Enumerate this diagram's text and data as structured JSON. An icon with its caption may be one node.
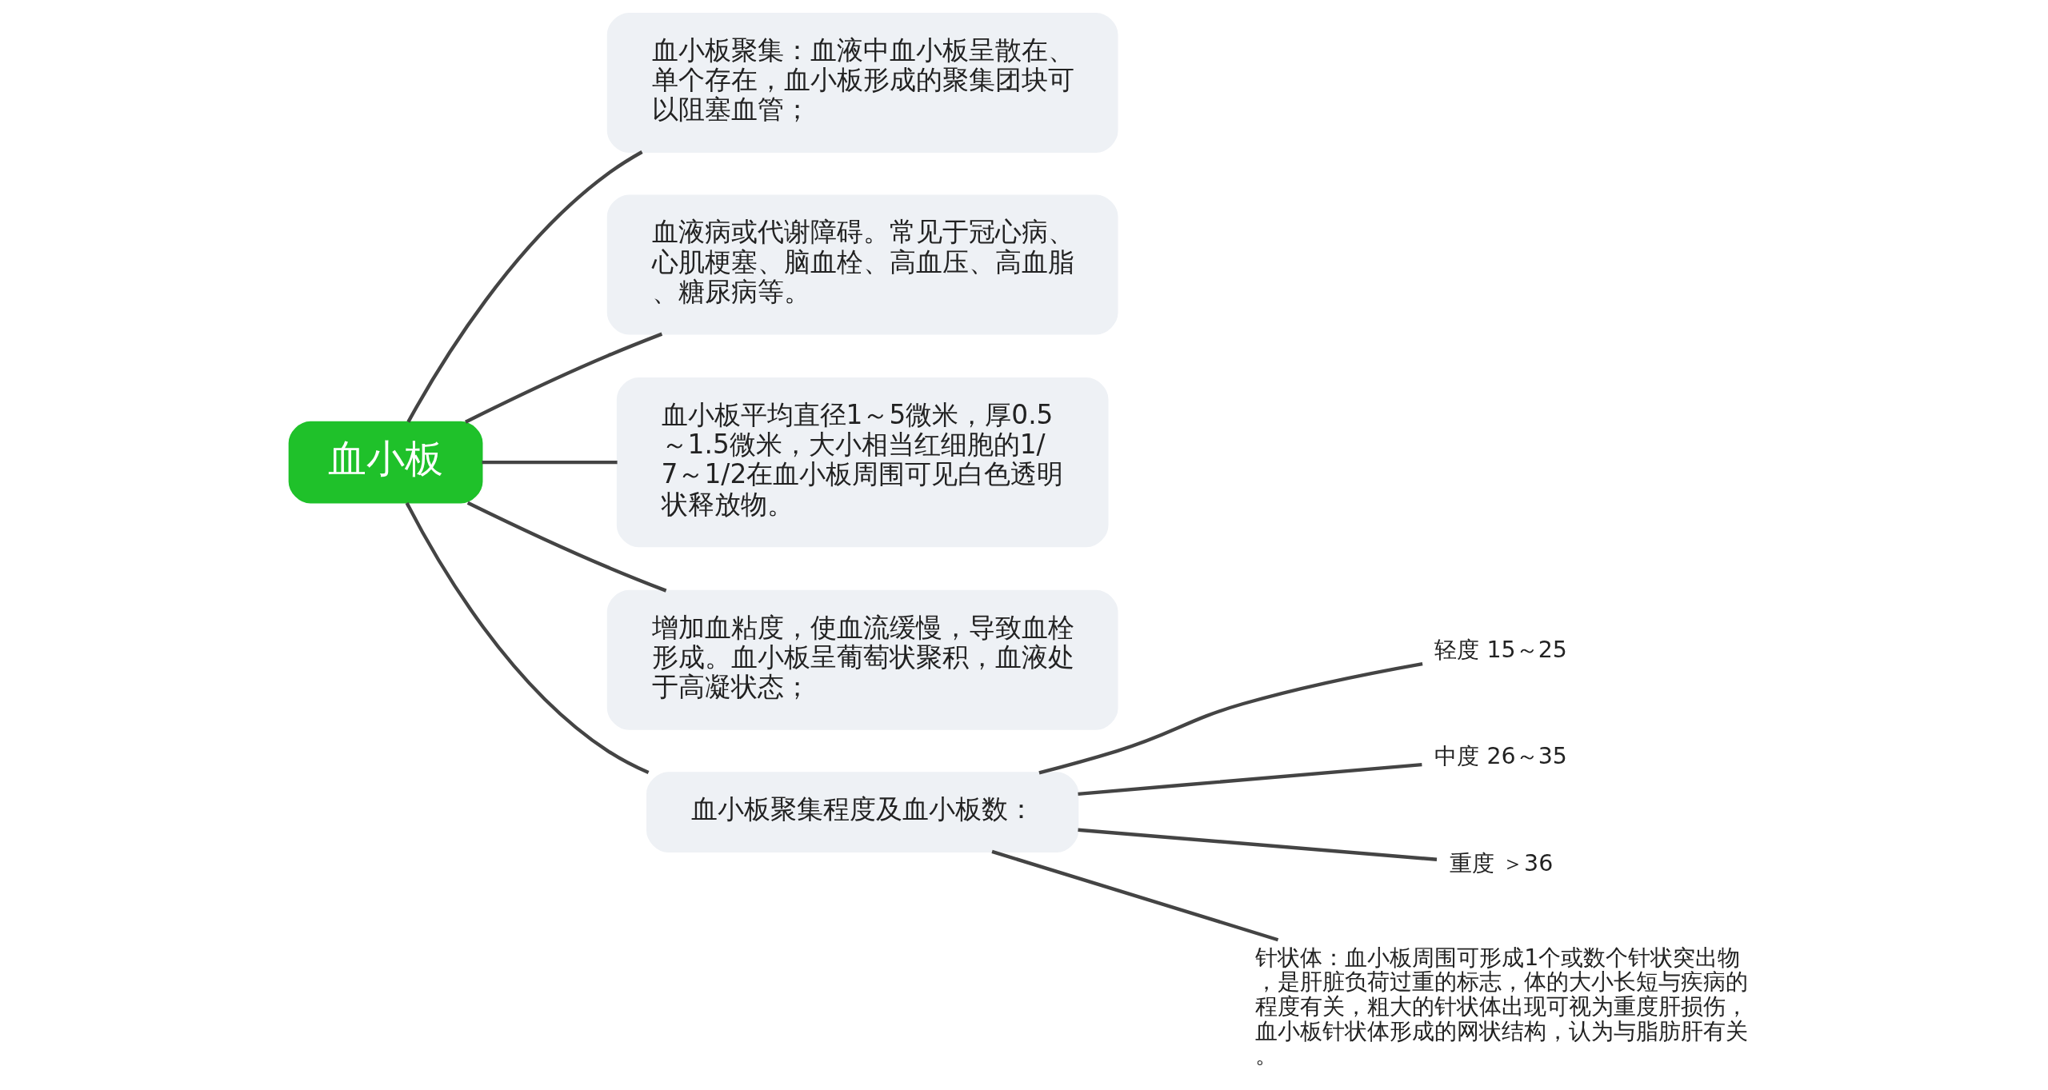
{
  "diagram": {
    "nodes": [
      {
        "text": [
          "血小板"
        ]
      },
      {
        "text": [
          "血小板聚集：血液中血小板呈散在、单个存在，血小板形成的聚集团块可以阻塞血管；"
        ]
      },
      {
        "text": [
          "血液病或代谢障碍。常见于冠心病、心肌梗塞、脑血栓、高血压、高血脂、糖尿病等。"
        ]
      },
      {
        "text": [
          "血小板平均直径1～5微米，厚0.5～1.5微米，大小相当红细胞的1/7～1/2在血小板周围可见白色透明状释放物。"
        ]
      },
      {
        "text": [
          "增加血粘度，使血流缓慢，导致血栓形成。血小板呈葡萄状聚积，血液处于高凝状态；"
        ]
      },
      {
        "text": [
          "血小板聚集程度及血小板数："
        ]
      },
      {
        "text": [
          "轻度 15～25"
        ]
      },
      {
        "text": [
          "中度 26～35"
        ]
      },
      {
        "text": [
          "重度 ＞36"
        ]
      },
      {
        "text": [
          "针状体：血小板周围可形成1个或数个针状突出物，是肝脏负荷过重的标志，体的大小长短与疾病的程度有关，粗大的针状体出现可视为重度肝损伤，血小板针状体形成的网状结构，认为与脂肪肝有关。"
        ]
      }
    ],
    "edges": [
      {
        "from": 0,
        "to": 1,
        "arrow": "none"
      },
      {
        "from": 0,
        "to": 2,
        "arrow": "none"
      },
      {
        "from": 0,
        "to": 3,
        "arrow": "none"
      },
      {
        "from": 0,
        "to": 4,
        "arrow": "none"
      },
      {
        "from": 0,
        "to": 5,
        "arrow": "none"
      },
      {
        "from": 5,
        "to": 6,
        "arrow": "none"
      },
      {
        "from": 5,
        "to": 7,
        "arrow": "none"
      },
      {
        "from": 5,
        "to": 8,
        "arrow": "none"
      },
      {
        "from": 5,
        "to": 9,
        "arrow": "none"
      }
    ]
  }
}
